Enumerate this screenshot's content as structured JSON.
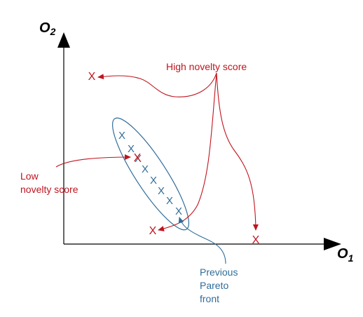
{
  "axes": {
    "y_main": "O",
    "y_sub": "2",
    "x_main": "O",
    "x_sub": "1"
  },
  "labels": {
    "high_novelty": "High novelty score",
    "low_novelty_line1": "Low",
    "low_novelty_line2": "novelty score",
    "front_line1": "Previous",
    "front_line2": "Pareto",
    "front_line3": "front"
  },
  "markers": {
    "new_point_glyph": "X",
    "front_point_glyph": "X"
  },
  "colors": {
    "axis": "#000000",
    "novelty": "#c0141e",
    "front": "#2f6d9a"
  }
}
